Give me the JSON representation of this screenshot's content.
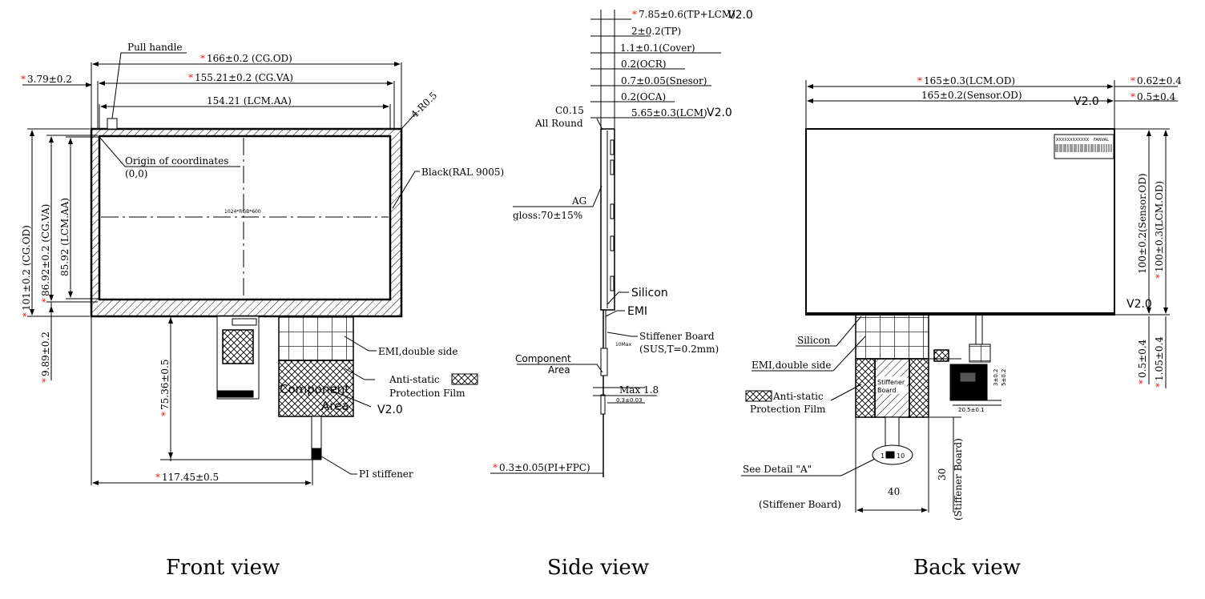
{
  "colors": {
    "line": "#000000",
    "star": "#e02020",
    "background": "#ffffff"
  },
  "front": {
    "label": "Front view",
    "pull_handle": "Pull handle",
    "dim_od": "166±0.2 (CG.OD)",
    "dim_va": "155.21±0.2 (CG.VA)",
    "dim_aa": "154.21 (LCM.AA)",
    "dim_left": "3.79±0.2",
    "corner": "4-R0.5",
    "origin_title": "Origin of coordinates",
    "origin_value": "(0,0)",
    "black": "Black(RAL 9005)",
    "resolution": "1024*RGB*600",
    "dim_h_od": "101±0.2 (CG.OD)",
    "dim_h_va": "86.92±0.2 (CG.VA)",
    "dim_h_aa": "85.92 (LCM.AA)",
    "dim_bottom": "9.89±0.2",
    "dim_fpc_h": "75.36±0.5",
    "dim_fpc_w": "117.45±0.5",
    "emi": "EMI,double side",
    "antistatic_1": "Anti-static",
    "antistatic_2": "Protection Film",
    "component_1": "Component",
    "component_2": "Area",
    "v2": "V2.0",
    "pi": "PI stiffener",
    "star": "*"
  },
  "side": {
    "label": "Side view",
    "t_total": "7.85±0.6(TP+LCM)",
    "t_tp": "2±0.2(TP)",
    "t_cover": "1.1±0.1(Cover)",
    "t_ocr": "0.2(OCR)",
    "t_sensor": "0.7±0.05(Snesor)",
    "t_oca": "0.2(OCA)",
    "t_lcm": "5.65±0.3(LCM)",
    "v2": "V2.0",
    "c015": "C0.15",
    "all_round": "All Round",
    "ag": "AG",
    "gloss": "gloss:70±15%",
    "silicon": "Silicon",
    "emi": "EMI",
    "stiff_1": "Stiffener Board",
    "stiff_2": "(SUS,T=0.2mm)",
    "tiny_dim": "10Max",
    "comp_1": "Component",
    "comp_2": "Area",
    "max": "Max 1.8",
    "sub_dim": "0.3±0.03",
    "bottom": "0.3±0.05(PI+FPC)",
    "star": "*"
  },
  "back": {
    "label": "Back view",
    "dim_lcm_od": "165±0.3(LCM.OD)",
    "dim_sensor_od": "165±0.2(Sensor.OD)",
    "r1": "0.62±0.4",
    "r2": "0.5±0.4",
    "v2_top": "V2.0",
    "v2_right": "V2.0",
    "h_sensor": "100±0.2(Sensor.OD)",
    "h_lcm": "100±0.3(LCM.OD)",
    "rb1": "0.5±0.4",
    "rb2": "1.05±0.4",
    "silicon": "Silicon",
    "emi": "EMI,double side",
    "antistatic_1": "Anti-static",
    "antistatic_2": "Protection Film",
    "stiff_1": "Stiffener",
    "stiff_2": "Board",
    "see_detail": "See Detail \"A\"",
    "conn_left": "1",
    "conn_right": "10",
    "w40": "40",
    "w40_label": "(Stiffener Board)",
    "h30": "30",
    "h30_label": "(Stiffener Board)",
    "small_1": "3±0.2",
    "small_2": "5±0.2",
    "small_3": "20.5±0.1",
    "barcode_id": "XXXXXXXXXXXX",
    "barcode_brand": "FANVAL",
    "star": "*"
  }
}
